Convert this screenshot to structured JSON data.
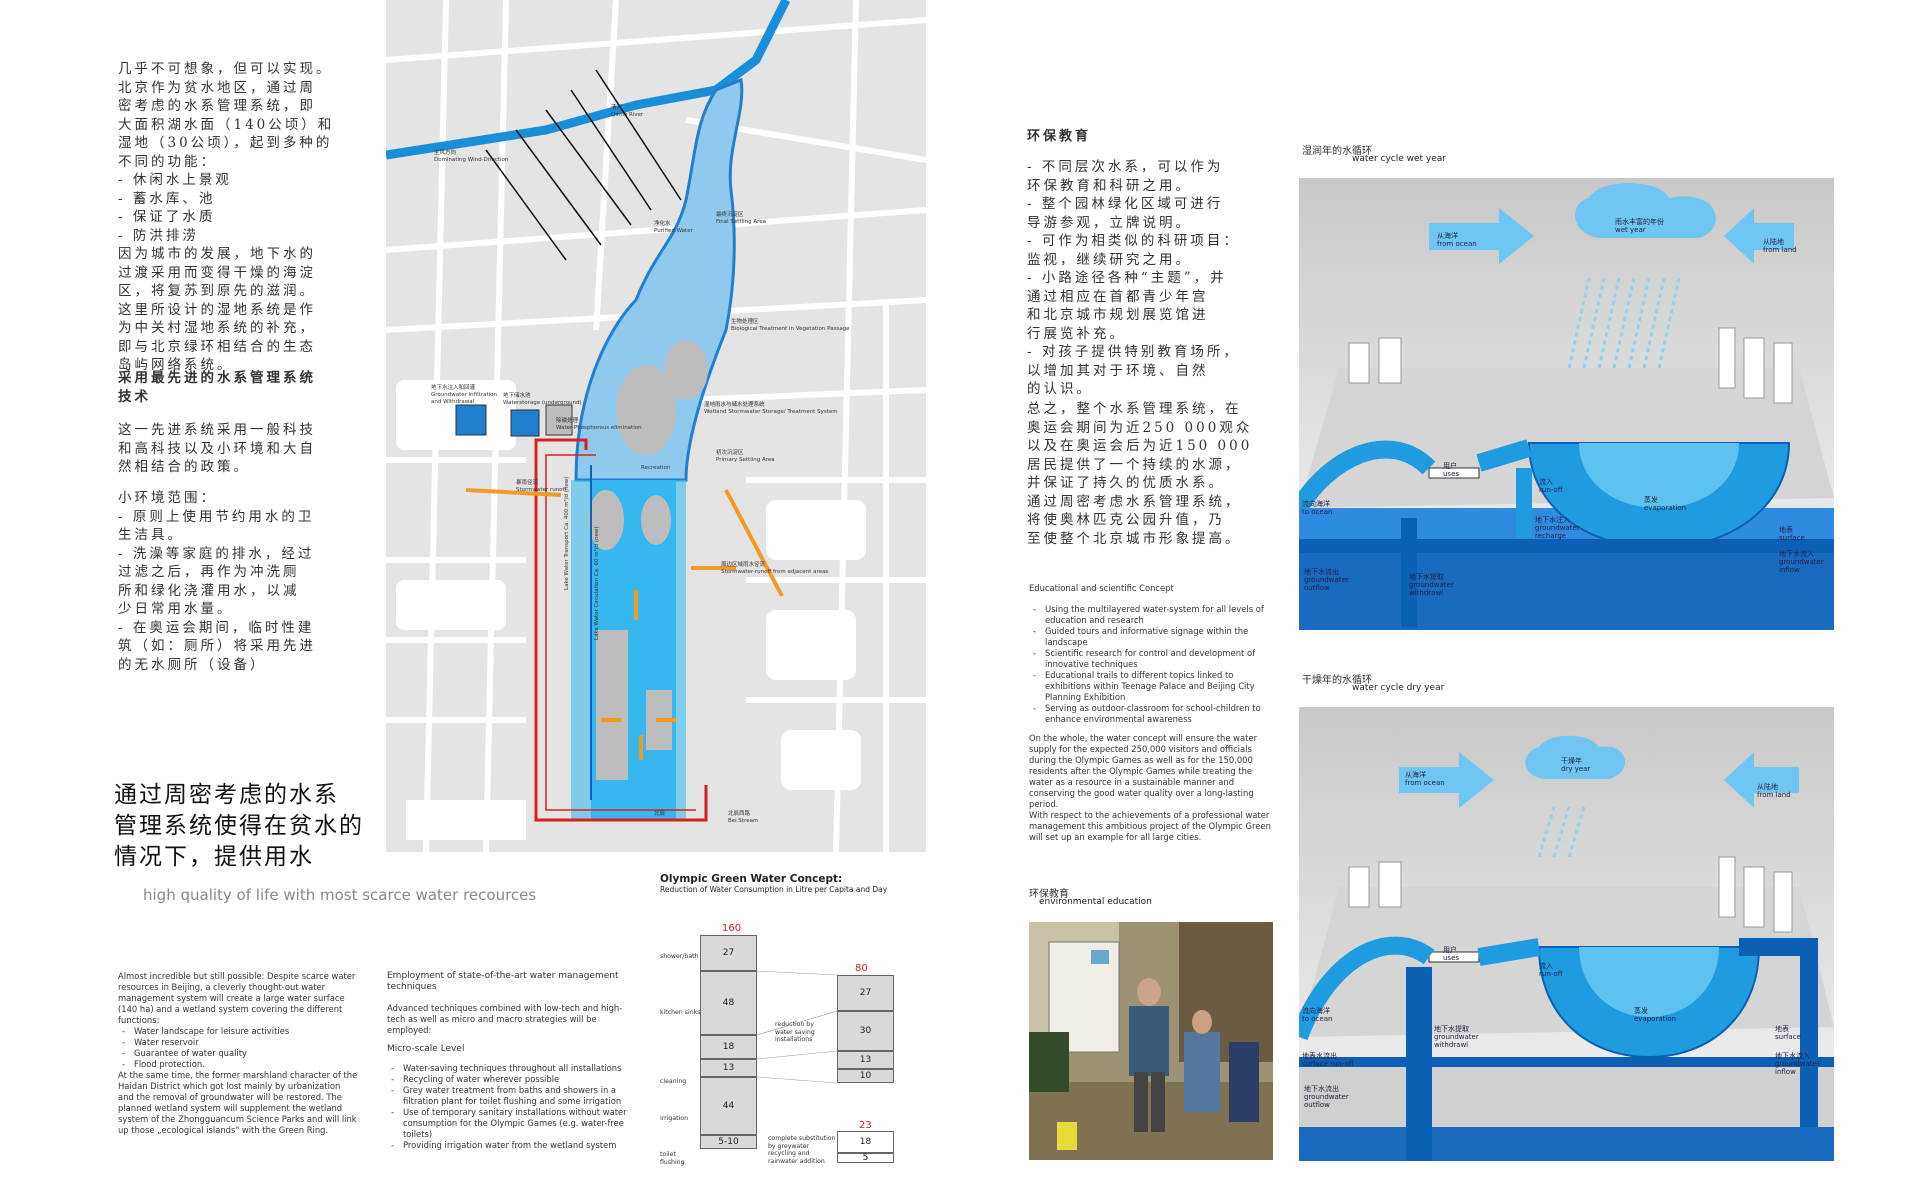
{
  "left_text": {
    "intro_cn": "几乎不可想象，但可以实现。\n北京作为贫水地区，通过周\n密考虑的水系管理系统，即\n大面积湖水面（140公顷）和\n湿地（30公顷），起到多种的\n不同的功能：\n-  休闲水上景观\n-  蓄水库、池\n-  保证了水质\n-  防洪排涝\n因为城市的发展，地下水的\n过渡采用而变得干燥的海淀\n区，将复苏到原先的滋润。\n这里所设计的湿地系统是作\n为中关村湿地系统的补充，\n即与北京绿环相结合的生态\n岛屿网络系统。",
    "tech_heading_cn": "采用最先进的水系管理系统\n技术",
    "tech_cn": "这一先进系统采用一般科技\n和高科技以及小环境和大自\n然相结合的政策。",
    "micro_cn": "小环境范围：\n-  原则上使用节约用水的卫\n   生洁具。\n-  洗澡等家庭的排水，经过\n   过滤之后，再作为冲洗厕\n   所和绿化浇灌用水，以减\n   少日常用水量。\n-  在奥运会期间，临时性建\n   筑（如：厕所）将采用先进\n   的无水厕所（设备）",
    "big_title_cn": "通过周密考虑的水系\n管理系统使得在贫水的\n情况下，提供用水",
    "big_subtitle_en": "high quality of life with most scarce water recources"
  },
  "map_labels": {
    "river": "清河\nQinho River",
    "wind": "主风方向\nDominating Wind-Direction",
    "final_settling": "最终沉淀区\nFinal Settling Area",
    "purified": "净化水\nPurified Water",
    "bio_treatment": "生物处理区\nBiological Treatment in Vegetation Passage",
    "groundwater": "地下水注入和回灌\nGroundwater infiltration\nand Withdrawal",
    "storage": "地下储水池\nWaterstorage (underground)",
    "phosphorus": "除磷处理\nWater-Phosphorous elimination",
    "wetland": "湿地雨水与储水处理系统\nWetland Stormwater Storage/ Treatment System",
    "primary": "初次沉淀区\nPrimary Settling Area",
    "recreation": "Recreation",
    "stormwater": "暴雨径流\nStormwater runoff",
    "adjacent": "周边区域雨水径流\nStormwater-runoff from adjacent areas",
    "left_vertical": "Lake Water Transport Ca. 400 m³/d (new)",
    "right_vertical": "Lake Water Circulation Ca. 60 m³/d (new)",
    "bottom_left": "北辰",
    "bottom_right": "北辰西路\nBei Stream"
  },
  "chart": {
    "title": "Olympic Green Water Concept:",
    "subtitle": "Reduction of Water Consumption in Litre per Capita and Day",
    "total_before": "160",
    "total_after": "80",
    "total_final": "23",
    "rows_left": [
      "shower/bath",
      "kitchen sinks",
      "",
      "cleaning",
      "irrigation",
      "toilet flushing"
    ],
    "before_values": [
      "27",
      "48",
      "18",
      "13",
      "44",
      "5-10"
    ],
    "after_values": [
      "27",
      "30",
      "13",
      "10"
    ],
    "final_values": [
      "18",
      "5"
    ],
    "note1": "reduction by\nwater saving\ninstallations",
    "note2": "complete substitution\nby greywater\nrecycling and\nrainwater addition"
  },
  "left_en": {
    "para": "Almost incredible but still possible: Despite scarce water resources in Beijing, a cleverly thought-out water management system will create a large water surface (140 ha) and a wetland system covering the different functions:",
    "bullets": [
      "Water landscape for leisure activities",
      "Water reservoir",
      "Guarantee of water quality",
      "Flood protection."
    ],
    "para2": "At the same time, the former marshland character of the Haidan District which got lost mainly by urbanization and the removal of groundwater will be restored. The planned wetland system will supplement the wetland system of the  Zhongguancum Science Parks and will link up those „ecological islands\" with the Green Ring."
  },
  "mid_en": {
    "heading": "Employment of state-of-the-art water management techniques",
    "para": "Advanced techniques combined with low-tech and high-tech as well as micro and macro strategies will be employed:",
    "micro_heading": "Micro-scale Level",
    "bullets": [
      "Water-saving techniques throughout all installations",
      "Recycling of water wherever possible",
      "Grey water treatment from baths and showers in a filtration plant for toilet flushing and some irrigation",
      "Use of temporary sanitary installations without water consumption for the Olympic Games (e.g. water-free toilets)",
      "Providing irrigation water from the wetland system"
    ]
  },
  "right_text": {
    "edu_heading_cn": "环保教育",
    "edu_cn": "-  不同层次水系，可以作为\n   环保教育和科研之用。\n-  整个园林绿化区域可进行\n   导游参观，立牌说明。\n-  可作为相类似的科研项目：\n   监视，继续研究之用。\n-  小路途径各种“主题”，并\n   通过相应在首都青少年宫\n   和北京城市规划展览馆进\n   行展览补充。\n-  对孩子提供特别教育场所，\n   以增加其对于环境、自然\n   的认识。",
    "summary_cn": "总之，整个水系管理系统，在\n奥运会期间为近250 000观众\n以及在奥运会后为近150 000\n居民提供了一个持续的水源，\n并保证了持久的优质水系。\n通过周密考虑水系管理系统，\n将使奥林匹克公园升值，乃\n至使整个北京城市形象提高。",
    "edu_heading_en": "Educational and scientific Concept",
    "edu_bullets": [
      "Using the multilayered water-system for all levels of education and research",
      "Guided tours and informative signage within the landscape",
      "Scientific research for control and development of innovative techniques",
      "Educational trails to different topics linked to exhibitions within Teenage Palace and Beijing City Planning Exhibition",
      "Serving as outdoor-classroom for school-children to enhance environmental awareness"
    ],
    "summary_en": "On the whole, the water concept will ensure the water supply for the expected 250,000 visitors and officials during the Olympic Games as well as for the 150,000 residents after the Olympic Games while treating the water as a resource in a sustainable manner and conserving the good water quality over a long-lasting period.\nWith respect to the achievements of a professional water management this ambitious project of the Olympic Green will set up an example for all large cities.",
    "photo_caption_cn": "环保教育",
    "photo_caption_en": "environmental education"
  },
  "wet": {
    "title_cn": "湿润年的水循环",
    "title_en": "water cycle wet year",
    "from_ocean": "从海洋\nfrom ocean",
    "wet_year": "雨水丰富的年份\nwet year",
    "from_land": "从陆地\nfrom land",
    "uses": "用户\nuses",
    "runoff": "流入\nrun-off",
    "evaporation": "蒸发\nevaporation",
    "to_ocean": "流向海洋\nto ocean",
    "recharge": "地下水注入\ngroundwater\nrecharge",
    "surface": "地表\nsurface",
    "gw_inflow": "地下水流入\ngroundwater\ninflow",
    "gw_outflow": "地下水流出\ngroundwater\noutflow",
    "gw_withdrawl": "地下水提取\ngroundwater\nwithdrawl"
  },
  "dry": {
    "title_cn": "干燥年的水循环",
    "title_en": "water cycle dry year",
    "from_ocean": "从海洋\nfrom ocean",
    "dry_year": "干燥年\ndry year",
    "from_land": "从陆地\nfrom land",
    "uses": "用户\nuses",
    "runoff": "流入\nrun-off",
    "evaporation": "蒸发\nevaporation",
    "to_ocean": "流向海洋\nto ocean",
    "withdrawl": "地下水提取\ngroundwater\nwithdrawl",
    "surface_runoff": "地表水流出\nsurface run-off",
    "surface": "地表\nsurface",
    "gw_inflow": "地下水流入\ngroundwater\ninflow",
    "gw_outflow": "地下水流出\ngroundwater\noutflow"
  },
  "colors": {
    "water": "#2f9be0",
    "deep": "#0b5fb5",
    "light_water": "#58c1f0",
    "orange": "#f29a26",
    "red": "#d62020"
  }
}
